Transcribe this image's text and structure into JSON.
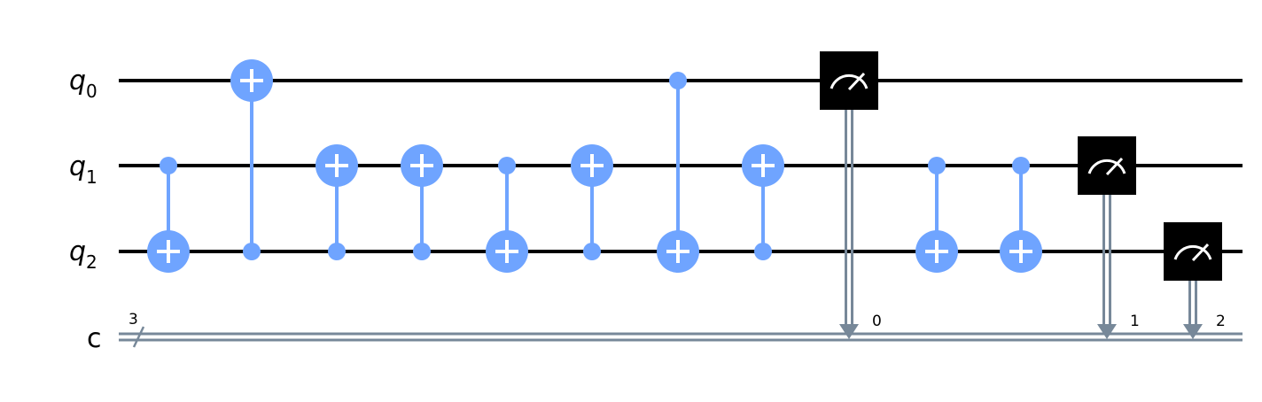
{
  "colors": {
    "wire": "#000000",
    "gate": "#6fa4ff",
    "classical": "#778899",
    "measure_box": "#000000",
    "measure_symbol": "#ffffff"
  },
  "qubits": [
    {
      "name": "q",
      "index": "0"
    },
    {
      "name": "q",
      "index": "1"
    },
    {
      "name": "q",
      "index": "2"
    }
  ],
  "classical_register": {
    "name": "c",
    "size": "3"
  },
  "gates": [
    {
      "type": "cx",
      "control": 1,
      "target": 2
    },
    {
      "type": "cx",
      "control": 2,
      "target": 0
    },
    {
      "type": "cx",
      "control": 2,
      "target": 1
    },
    {
      "type": "cx",
      "control": 2,
      "target": 1
    },
    {
      "type": "cx",
      "control": 1,
      "target": 2
    },
    {
      "type": "cx",
      "control": 2,
      "target": 1
    },
    {
      "type": "cx",
      "control": 0,
      "target": 2
    },
    {
      "type": "cx",
      "control": 2,
      "target": 1
    },
    {
      "type": "measure",
      "qubit": 0,
      "clbit": "0"
    },
    {
      "type": "cx",
      "control": 1,
      "target": 2
    },
    {
      "type": "cx",
      "control": 1,
      "target": 2
    },
    {
      "type": "measure",
      "qubit": 1,
      "clbit": "1"
    },
    {
      "type": "measure",
      "qubit": 2,
      "clbit": "2"
    }
  ]
}
